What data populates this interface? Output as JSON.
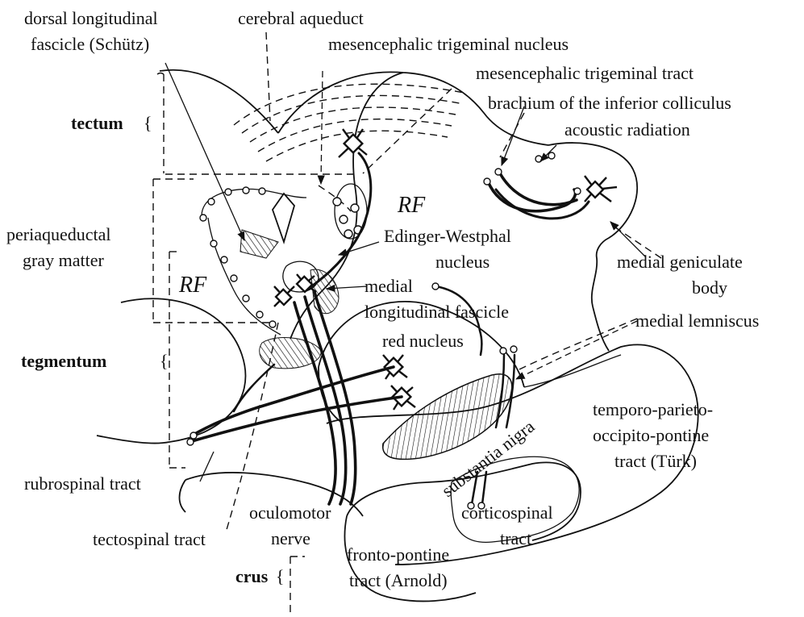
{
  "labels": {
    "dorsal_longitudinal_fascicle": "dorsal longitudinal fascicle (Schütz)",
    "cerebral_aqueduct": "cerebral aqueduct",
    "mesencephalic_trigeminal_nucleus": "mesencephalic trigeminal nucleus",
    "mesencephalic_trigeminal_tract": "mesencephalic trigeminal tract",
    "brachium_inferior_colliculus": "brachium of the inferior colliculus",
    "acoustic_radiation": "acoustic radiation",
    "tectum": "tectum",
    "rf_right": "RF",
    "edinger_westphal_nucleus": "Edinger-Westphal nucleus",
    "periaqueductal_gray_matter": "periaqueductal gray matter",
    "medial_geniculate_body": "medial geniculate body",
    "rf_left": "RF",
    "medial_longitudinal_fascicle": "medial longitudinal fascicle",
    "medial_lemniscus": "medial lemniscus",
    "red_nucleus": "red nucleus",
    "tegmentum": "tegmentum",
    "temporo_parieto_occipito_pontine_tract": "temporo-parieto-occipito-pontine tract (Türk)",
    "substantia_nigra": "substantia nigra",
    "rubrospinal_tract": "rubrospinal tract",
    "oculomotor_nerve": "oculomotor nerve",
    "corticospinal_tract": "corticospinal tract",
    "tectospinal_tract": "tectospinal tract",
    "fronto_pontine_tract": "fronto-pontine tract (Arnold)",
    "crus": "crus"
  }
}
